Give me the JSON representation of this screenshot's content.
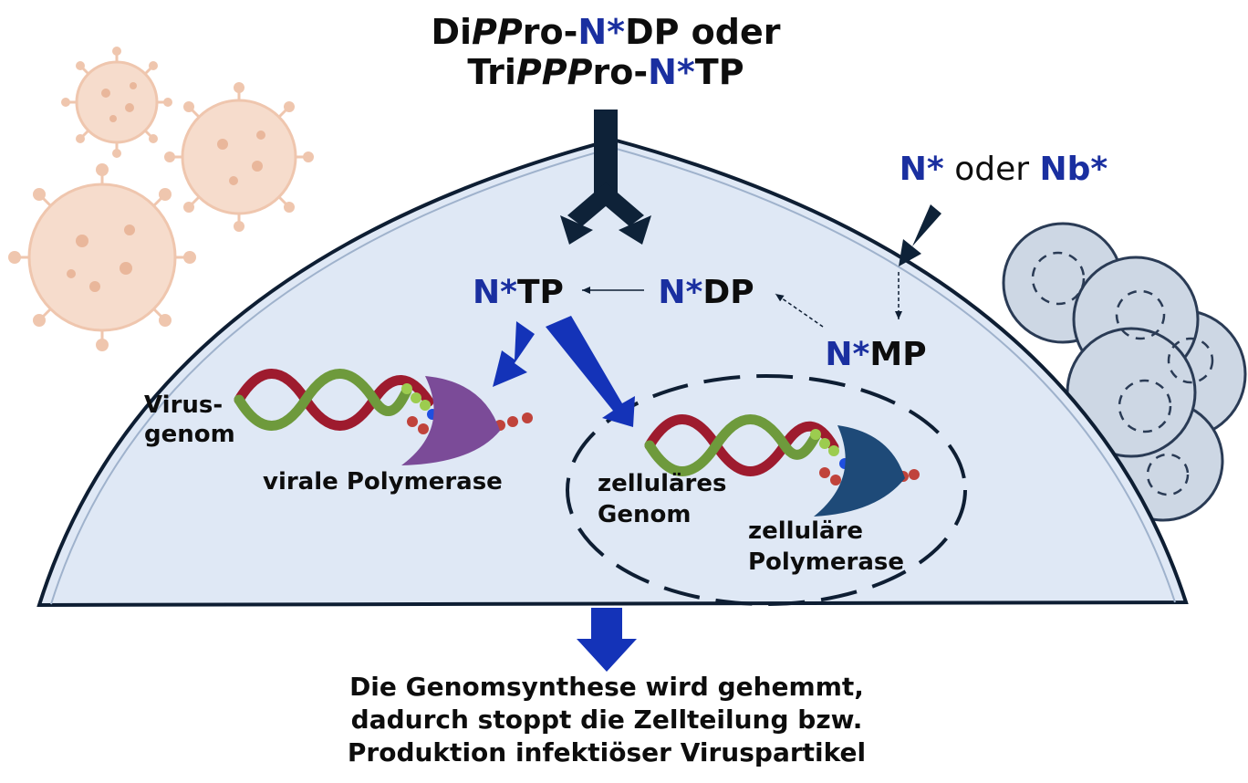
{
  "colors": {
    "cell_fill": "#dfe8f5",
    "cell_outline": "#0e1e33",
    "accent_blue": "#1a2fa0",
    "arrow_dark": "#0e2238",
    "arrow_blue": "#1433b8",
    "virus": "#efc6ae",
    "strand_green": "#6e9a3c",
    "strand_red": "#9e1b2e",
    "viral_polymerase": "#7b4b98",
    "cellular_polymerase": "#1e4a78",
    "nucleotide_red": "#c0433b",
    "nucleotide_green": "#9ccc4f",
    "nucleotide_blue": "#1f4fe0"
  },
  "icons": [
    "virus-icon",
    "cell-colony-icon",
    "dna-helix-icon",
    "polymerase-icon",
    "arrow-icon"
  ],
  "title": {
    "line1": {
      "p1": "Di",
      "p2": "PP",
      "p3": "ro-",
      "p4": "N*",
      "p5": "DP oder"
    },
    "line2": {
      "p1": "Tri",
      "p2": "PPP",
      "p3": "ro-",
      "p4": "N*",
      "p5": "TP"
    }
  },
  "side_input": {
    "a": "N*",
    "b": " oder ",
    "c": "Nb*"
  },
  "nodes": {
    "ntp": {
      "star": "N*",
      "rest": "TP"
    },
    "ndp": {
      "star": "N*",
      "rest": "DP"
    },
    "nmp": {
      "star": "N*",
      "rest": "MP"
    }
  },
  "labels": {
    "virus_genome_line1": "Virus-",
    "virus_genome_line2": "genom",
    "viral_polymerase": "virale Polymerase",
    "cell_genome_line1": "zelluläres",
    "cell_genome_line2": "Genom",
    "cell_polymerase_line1": "zelluläre",
    "cell_polymerase_line2": "Polymerase"
  },
  "conclusion": {
    "line1": "Die Genomsynthese wird gehemmt,",
    "line2": "dadurch stoppt die Zellteilung bzw.",
    "line3": "Produktion infektiöser Viruspartikel"
  }
}
